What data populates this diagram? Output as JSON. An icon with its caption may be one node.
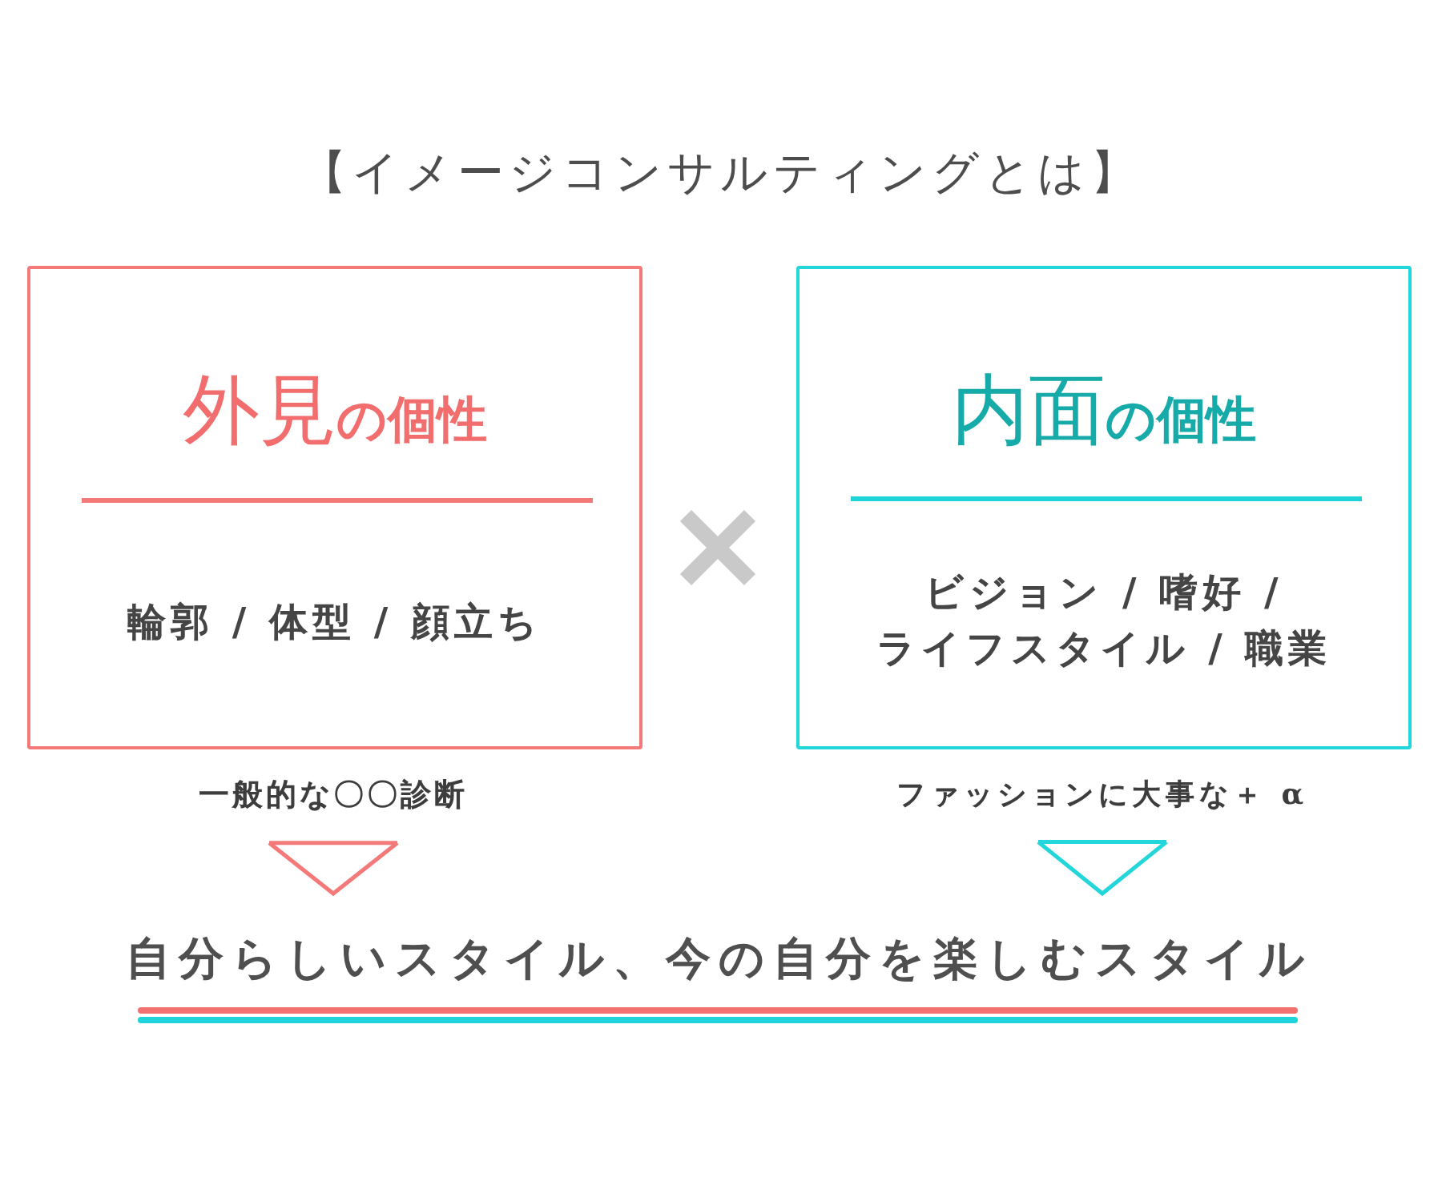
{
  "diagram": {
    "title": "【イメージコンサルティングとは】",
    "nodes": [
      {
        "text": [
          "外見**の個性**",
          "輪郭 / 体型 / 顔立ち"
        ]
      },
      {
        "text": [
          "内面**の個性**",
          "ビジョン / 嗜好 / ライフスタイル / 職業"
        ]
      },
      {
        "text": [
          "一般的な〇〇診断"
        ]
      },
      {
        "text": [
          "ファッションに大事な＋ α"
        ]
      },
      {
        "text": [
          "自分らしいスタイル、今の自分を楽しむスタイル"
        ]
      }
    ],
    "edges": [
      {
        "from": 2,
        "to": 4,
        "arrow": "to",
        "color": "#f47a7a"
      },
      {
        "from": 3,
        "to": 4,
        "arrow": "to",
        "color": "#22d6da"
      }
    ]
  }
}
